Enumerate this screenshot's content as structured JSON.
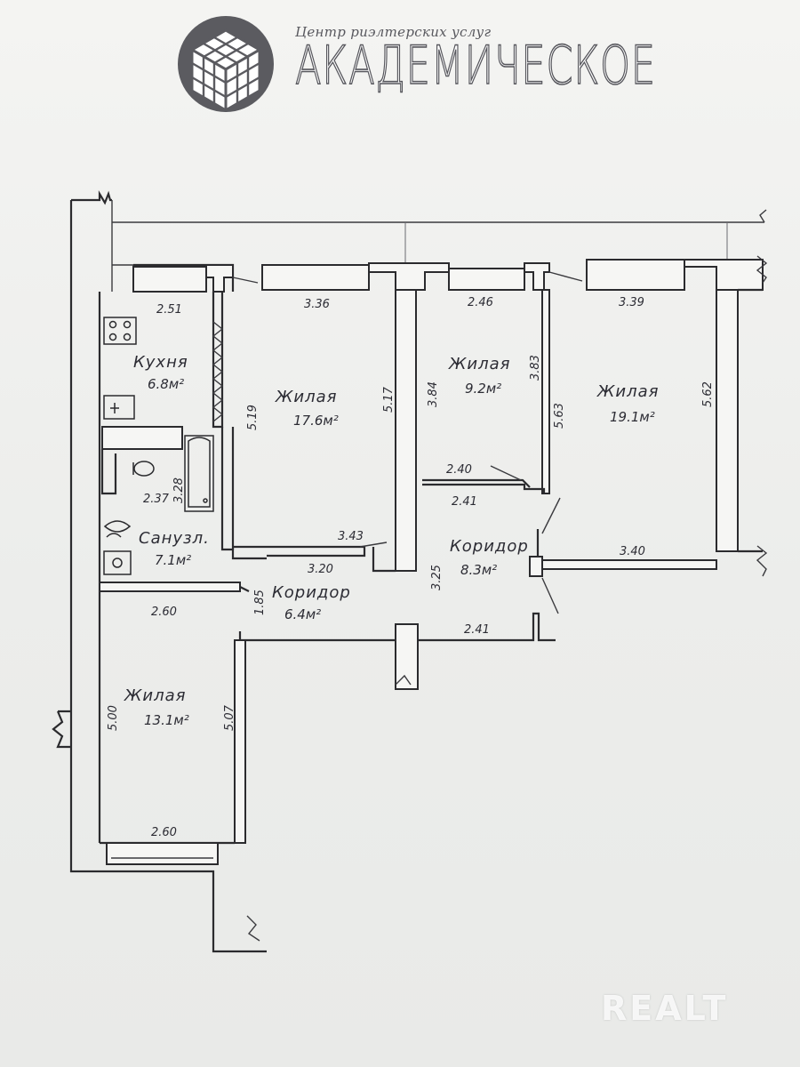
{
  "header": {
    "subtitle": "Центр риэлтерских услуг",
    "brand": "АКАДЕМИЧЕСКОЕ"
  },
  "watermark": "REALT",
  "rooms": {
    "kitchen": {
      "name": "Кухня",
      "area": "6.8м²"
    },
    "living_17": {
      "name": "Жилая",
      "area": "17.6м²"
    },
    "living_9": {
      "name": "Жилая",
      "area": "9.2м²"
    },
    "living_19": {
      "name": "Жилая",
      "area": "19.1м²"
    },
    "bath": {
      "name": "Санузл.",
      "area": "7.1м²"
    },
    "corridor_8": {
      "name": "Коридор",
      "area": "8.3м²"
    },
    "corridor_6": {
      "name": "Коридор",
      "area": "6.4м²"
    },
    "living_13": {
      "name": "Жилая",
      "area": "13.1м²"
    }
  },
  "dims": {
    "kitchen_top": "2.51",
    "living17_top": "3.36",
    "living9_top": "2.46",
    "living19_top": "3.39",
    "kitchen_right": "5.19",
    "living17_right": "5.17",
    "living9_left": "3.84",
    "living9_right": "3.83",
    "living19_left": "5.63",
    "living19_right": "5.62",
    "bath_w": "2.37",
    "bath_h": "3.28",
    "living17_bottom": "3.43",
    "corridor6_top": "3.20",
    "living9_bottom": "2.40",
    "corridor8_top": "2.41",
    "corridor8_left": "3.25",
    "living19_bottom": "3.40",
    "corridor6_side": "1.85",
    "corridor_bottom": "2.41",
    "living13_top": "2.60",
    "living13_left": "5.00",
    "living13_right": "5.07",
    "living13_bottom": "2.60"
  }
}
